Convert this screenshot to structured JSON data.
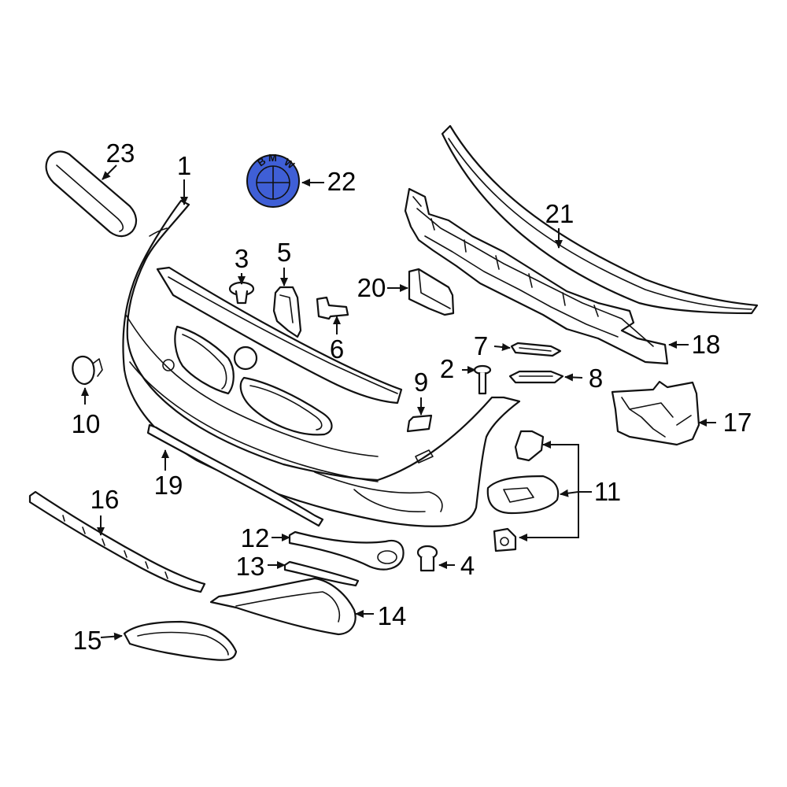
{
  "diagram": {
    "highlight_color": "#3f5fd6",
    "line_color": "#111111",
    "callouts": {
      "c1": "1",
      "c2": "2",
      "c3": "3",
      "c4": "4",
      "c5": "5",
      "c6": "6",
      "c7": "7",
      "c8": "8",
      "c9": "9",
      "c10": "10",
      "c11": "11",
      "c12": "12",
      "c13": "13",
      "c14": "14",
      "c15": "15",
      "c16": "16",
      "c17": "17",
      "c18": "18",
      "c19": "19",
      "c20": "20",
      "c21": "21",
      "c22": "22",
      "c23": "23"
    },
    "emblem": {
      "letter_1": "B",
      "letter_2": "M",
      "letter_3": "W"
    }
  }
}
